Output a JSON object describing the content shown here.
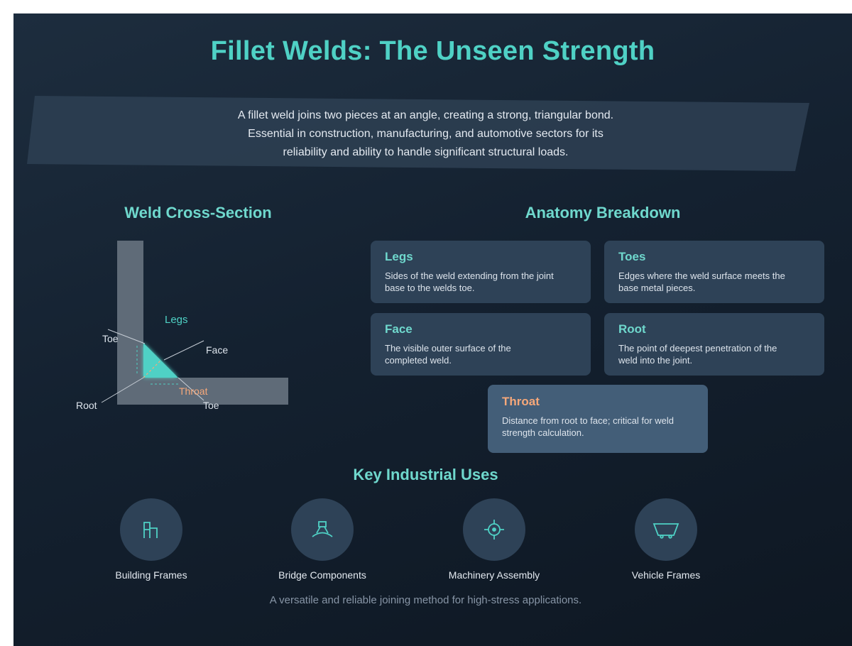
{
  "title": "Fillet Welds: The Unseen Strength",
  "intro": {
    "lines": [
      "A fillet weld joins two pieces at an angle, creating a strong, triangular bond.",
      "Essential in construction, manufacturing, and automotive sectors for its",
      "reliability and ability to handle significant structural loads."
    ]
  },
  "cross_section": {
    "title": "Weld Cross-Section",
    "labels": {
      "legs": "Legs",
      "toe_top": "Toe",
      "face": "Face",
      "throat": "Throat",
      "root": "Root",
      "toe_bottom": "Toe"
    }
  },
  "anatomy": {
    "title": "Anatomy Breakdown",
    "cards": [
      {
        "title": "Legs",
        "desc": "Sides of the weld extending from the joint base to the welds toe."
      },
      {
        "title": "Toes",
        "desc": "Edges where the weld surface meets the base metal pieces."
      },
      {
        "title": "Face",
        "desc": "The visible outer surface of the completed weld."
      },
      {
        "title": "Root",
        "desc": "The point of deepest penetration of the weld into the joint."
      },
      {
        "title": "Throat",
        "desc": "Distance from root to face; critical for weld strength calculation."
      }
    ]
  },
  "uses": {
    "title": "Key Industrial Uses",
    "items": [
      {
        "label": "Building Frames",
        "icon": "building-frame-icon"
      },
      {
        "label": "Bridge Components",
        "icon": "bridge-icon"
      },
      {
        "label": "Machinery Assembly",
        "icon": "crosshair-icon"
      },
      {
        "label": "Vehicle Frames",
        "icon": "vehicle-frame-icon"
      }
    ]
  },
  "footer": "A versatile and reliable joining method for high-stress applications.",
  "colors": {
    "accent": "#4fd1c5",
    "throat": "#f6a87a",
    "card": "#2e4257",
    "metal": "#5f6b78"
  }
}
